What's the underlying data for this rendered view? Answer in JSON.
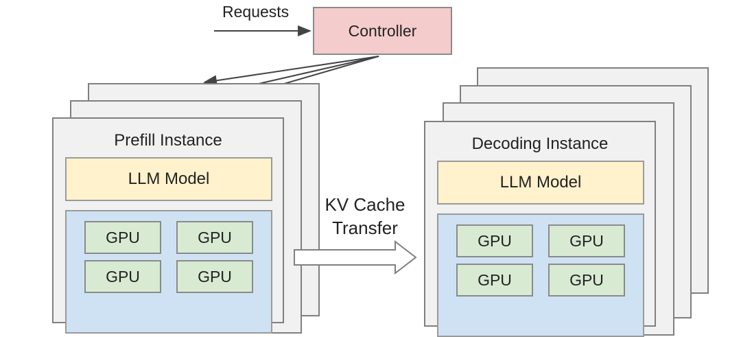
{
  "requests_label": "Requests",
  "controller_label": "Controller",
  "prefill": {
    "title": "Prefill Instance",
    "model_label": "LLM Model",
    "gpus": [
      "GPU",
      "GPU",
      "GPU",
      "GPU"
    ]
  },
  "decoding": {
    "title": "Decoding Instance",
    "model_label": "LLM Model",
    "gpus": [
      "GPU",
      "GPU",
      "GPU",
      "GPU"
    ]
  },
  "kv_transfer": {
    "line1": "KV Cache",
    "line2": "Transfer"
  },
  "colors": {
    "controller_fill": "#f4cccc",
    "model_fill": "#fff2cc",
    "gpu_area_fill": "#cfe2f3",
    "gpu_fill": "#d9ead3",
    "card_fill": "#f1f1f1"
  }
}
